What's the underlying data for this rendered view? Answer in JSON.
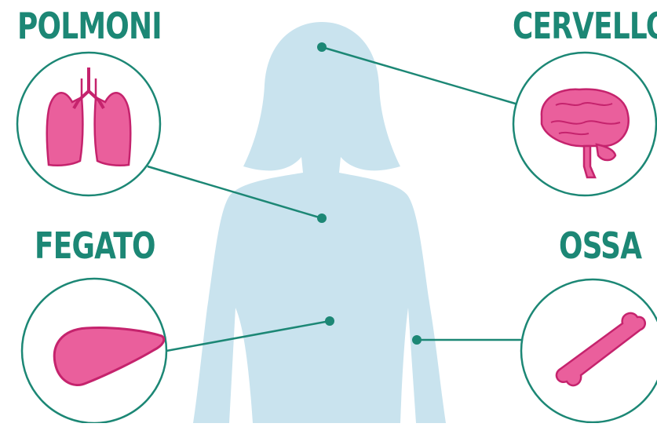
{
  "colors": {
    "teal": "#1c8775",
    "silhouette": "#c9e3ee",
    "organ_fill": "#ea5f9c",
    "organ_stroke": "#c5236d",
    "background": "#ffffff"
  },
  "labels": {
    "lungs": "POLMONI",
    "brain": "CERVELLO",
    "liver": "FEGATO",
    "bones": "OSSA"
  },
  "icons": {
    "lungs": "lungs-icon",
    "brain": "brain-icon",
    "liver": "liver-icon",
    "bone": "bone-icon",
    "body": "female-silhouette"
  }
}
